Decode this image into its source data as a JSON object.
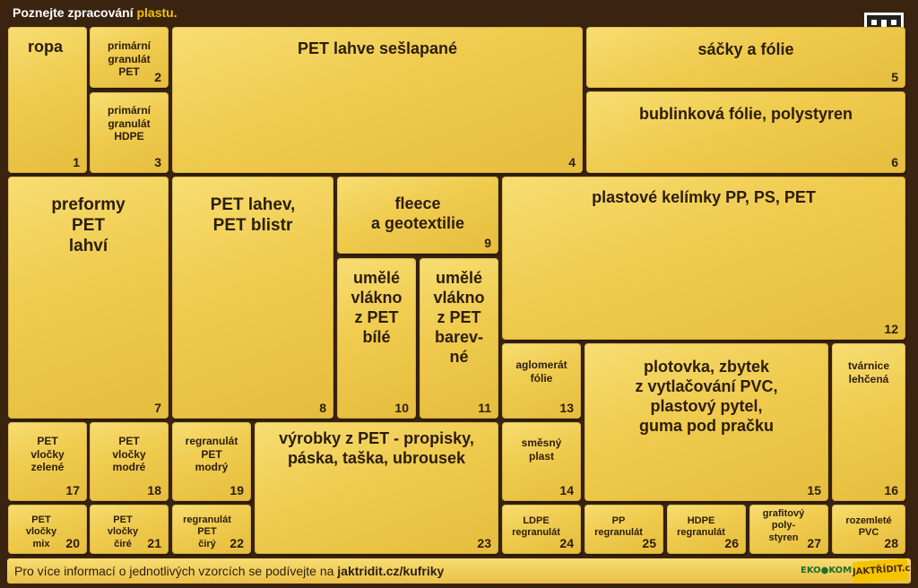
{
  "header": {
    "text": "Poznejte zpracování ",
    "accent": "plastu."
  },
  "cells": [
    {
      "label": "ropa",
      "num": "1"
    },
    {
      "label": "primární\ngranulát\nPET",
      "num": "2"
    },
    {
      "label": "primární\ngranulát\nHDPE",
      "num": "3"
    },
    {
      "label": "PET lahve sešlapané",
      "num": "4"
    },
    {
      "label": "sáčky a fólie",
      "num": "5"
    },
    {
      "label": "bublinková fólie, polystyren",
      "num": "6"
    },
    {
      "label": "preformy\nPET\nlahví",
      "num": "7"
    },
    {
      "label": "PET lahev,\nPET blistr",
      "num": "8"
    },
    {
      "label": "fleece\na geotextilie",
      "num": "9"
    },
    {
      "label": "umělé\nvlákno\nz PET\nbílé",
      "num": "10"
    },
    {
      "label": "umělé\nvlákno\nz PET\nbarev-\nné",
      "num": "11"
    },
    {
      "label": "plastové kelímky PP, PS, PET",
      "num": "12"
    },
    {
      "label": "aglomerát\nfólie",
      "num": "13"
    },
    {
      "label": "směsný\nplast",
      "num": "14"
    },
    {
      "label": "plotovka, zbytek\nz vytlačování PVC,\nplastový pytel,\nguma pod pračku",
      "num": "15"
    },
    {
      "label": "tvárnice\nlehčená",
      "num": "16"
    },
    {
      "label": "PET\nvločky\nzelené",
      "num": "17"
    },
    {
      "label": "PET\nvločky\nmodré",
      "num": "18"
    },
    {
      "label": "regranulát\nPET\nmodrý",
      "num": "19"
    },
    {
      "label": "PET\nvločky\nmix",
      "num": "20"
    },
    {
      "label": "PET\nvločky\nčiré",
      "num": "21"
    },
    {
      "label": "regranulát\nPET\nčirý",
      "num": "22"
    },
    {
      "label": "výrobky z PET - propisky,\npáska, taška, ubrousek",
      "num": "23"
    },
    {
      "label": "LDPE\nregranulát",
      "num": "24"
    },
    {
      "label": "PP\nregranulát",
      "num": "25"
    },
    {
      "label": "HDPE\nregranulát",
      "num": "26"
    },
    {
      "label": "grafitový\npoly-\nstyren",
      "num": "27"
    },
    {
      "label": "rozemleté\nPVC",
      "num": "28"
    }
  ],
  "footer": {
    "text": "Pro více informací o jednotlivých vzorcích se podívejte na ",
    "link": "jaktridit.cz/kufriky"
  },
  "logos": {
    "ekokom": "EKO●KOM",
    "jaktridit": "JAKTŘÍDIT.cz"
  },
  "colors": {
    "background": "#3a2410",
    "card": "#efcb4e",
    "text": "#2c1d0e",
    "accent": "#f2c200"
  }
}
